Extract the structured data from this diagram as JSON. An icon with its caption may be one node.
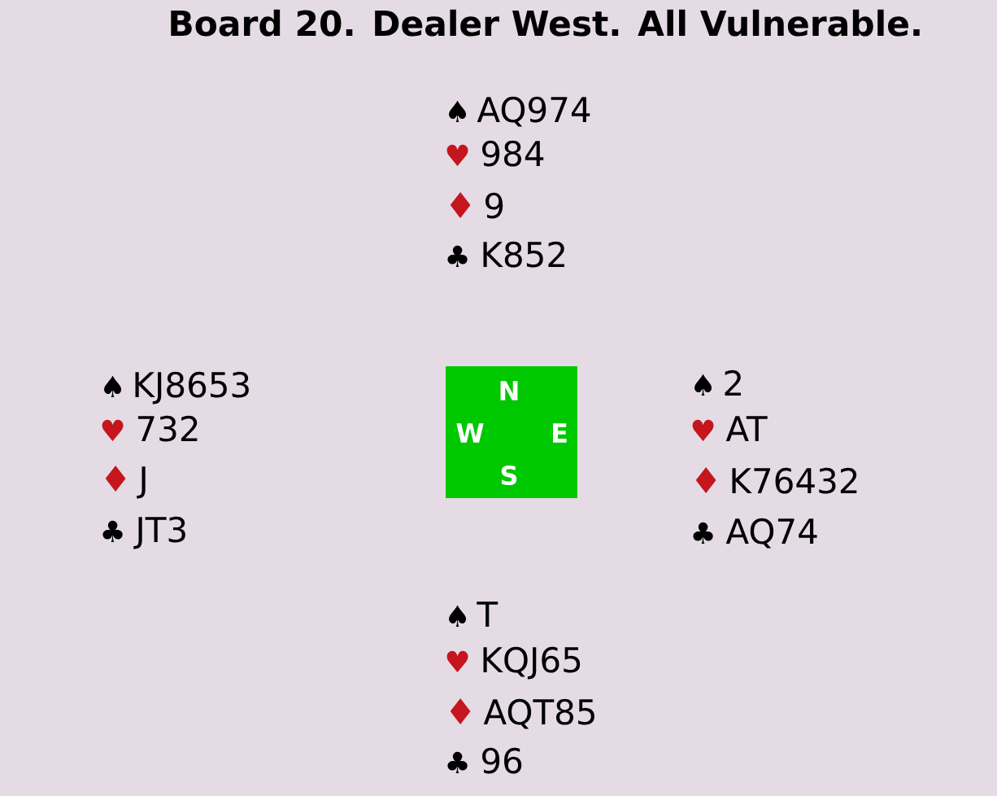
{
  "diagram": {
    "title": "Board 20. Dealer West. All Vulnerable.",
    "nodes": [
      {
        "text": [
          "N",
          "W",
          "E",
          "S"
        ]
      }
    ],
    "labels": [
      "♠",
      "AQ974",
      "♥",
      "984",
      "♦",
      "9",
      "♣",
      "K852",
      "♠",
      "KJ8653",
      "♥",
      "732",
      "♦",
      "J",
      "♣",
      "JT3",
      "♠",
      "2",
      "♥",
      "AT",
      "♦",
      "K76432",
      "♣",
      "AQ74",
      "♠",
      "T",
      "♥",
      "KQJ65",
      "♦",
      "AQT85",
      "♣",
      "96"
    ]
  }
}
